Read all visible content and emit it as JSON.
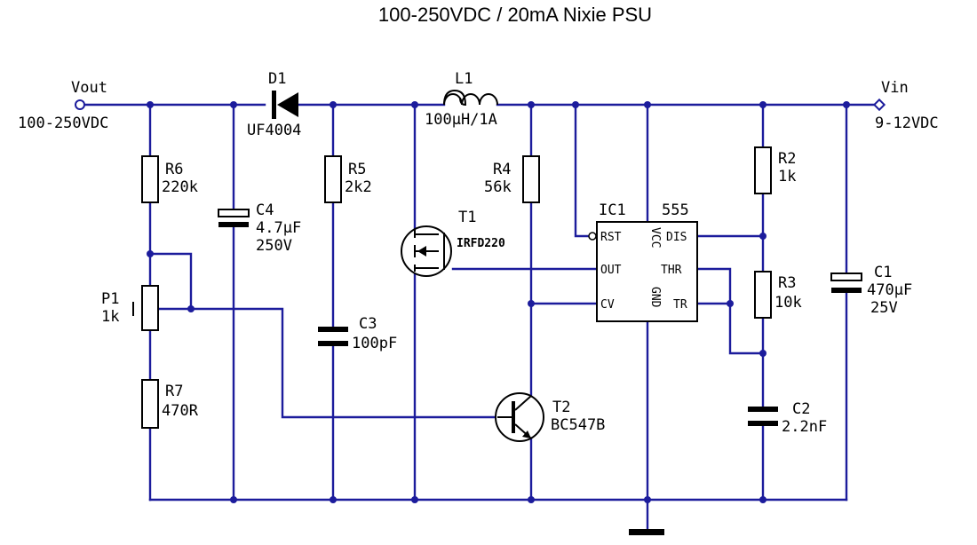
{
  "title": "100-250VDC / 20mA Nixie PSU",
  "terminals": {
    "vout_name": "Vout",
    "vout_range": "100-250VDC",
    "vin_name": "Vin",
    "vin_range": "9-12VDC"
  },
  "components": {
    "d1": {
      "ref": "D1",
      "value": "UF4004"
    },
    "l1": {
      "ref": "L1",
      "value": "100µH/1A"
    },
    "r6": {
      "ref": "R6",
      "value": "220k"
    },
    "c4": {
      "ref": "C4",
      "value": "4.7µF",
      "voltage": "250V"
    },
    "r5": {
      "ref": "R5",
      "value": "2k2"
    },
    "c3": {
      "ref": "C3",
      "value": "100pF"
    },
    "p1": {
      "ref": "P1",
      "value": "1k"
    },
    "r7": {
      "ref": "R7",
      "value": "470R"
    },
    "t1": {
      "ref": "T1",
      "value": "IRFD220"
    },
    "r4": {
      "ref": "R4",
      "value": "56k"
    },
    "t2": {
      "ref": "T2",
      "value": "BC547B"
    },
    "ic1": {
      "ref": "IC1",
      "value": "555",
      "pins": {
        "rst": "RST",
        "vcc": "VCC",
        "dis": "DIS",
        "out": "OUT",
        "thr": "THR",
        "cv": "CV",
        "gnd": "GND",
        "tr": "TR"
      }
    },
    "r2": {
      "ref": "R2",
      "value": "1k"
    },
    "r3": {
      "ref": "R3",
      "value": "10k"
    },
    "c2": {
      "ref": "C2",
      "value": "2.2nF"
    },
    "c1": {
      "ref": "C1",
      "value": "470µF",
      "voltage": "25V"
    }
  },
  "colors": {
    "wire": "#1c1c9c",
    "component": "#000000",
    "background": "#ffffff"
  }
}
